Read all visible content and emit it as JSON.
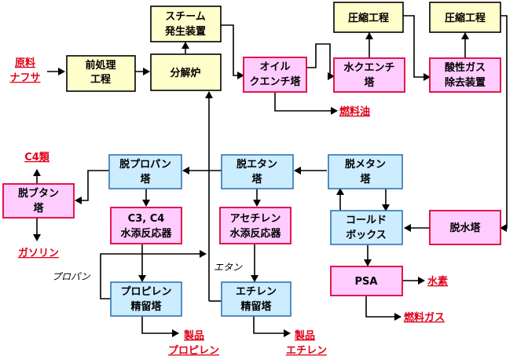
{
  "colors": {
    "yellow_fill": "#ffffcc",
    "yellow_border": "#000000",
    "pink_fill": "#ffccff",
    "pink_border": "#e0003a",
    "blue_fill": "#ccecff",
    "blue_border": "#2e75b6",
    "output_text": "#e0001a"
  },
  "nodes": {
    "pretreatment": [
      "前処理",
      "工程"
    ],
    "steam": [
      "スチーム",
      "発生装置"
    ],
    "cracker": [
      "分解炉"
    ],
    "oil_quench": [
      "オイル",
      "クエンチ塔"
    ],
    "water_quench": [
      "水クエンチ",
      "塔"
    ],
    "comp1": [
      "圧縮工程"
    ],
    "comp2": [
      "圧縮工程"
    ],
    "acid_gas": [
      "酸性ガス",
      "除去装置"
    ],
    "dehydration": [
      "脱水塔"
    ],
    "cold_box": [
      "コールド",
      "ボックス"
    ],
    "demethanizer": [
      "脱メタン",
      "塔"
    ],
    "deethanizer": [
      "脱エタン",
      "塔"
    ],
    "depropanizer": [
      "脱プロパン",
      "塔"
    ],
    "debutanizer": [
      "脱ブタン",
      "塔"
    ],
    "c3c4_hydro": [
      "C3, C4",
      "水添反応器"
    ],
    "acetylene_hydro": [
      "アセチレン",
      "水添反応器"
    ],
    "propylene_tower": [
      "プロピレン",
      "精留塔"
    ],
    "ethylene_tower": [
      "エチレン",
      "精留塔"
    ],
    "psa": [
      "PSA"
    ]
  },
  "outputs": {
    "naphtha": [
      "原料",
      "ナフサ"
    ],
    "fuel_oil": [
      "燃料油"
    ],
    "c4": [
      "C4類"
    ],
    "gasoline": [
      "ガソリン"
    ],
    "hydrogen": [
      "水素"
    ],
    "fuel_gas": [
      "燃料ガス"
    ],
    "product_propylene": [
      "製品",
      "プロピレン"
    ],
    "product_ethylene": [
      "製品",
      "エチレン"
    ]
  },
  "notes": {
    "propane": "プロパン",
    "ethane": "エタン"
  }
}
